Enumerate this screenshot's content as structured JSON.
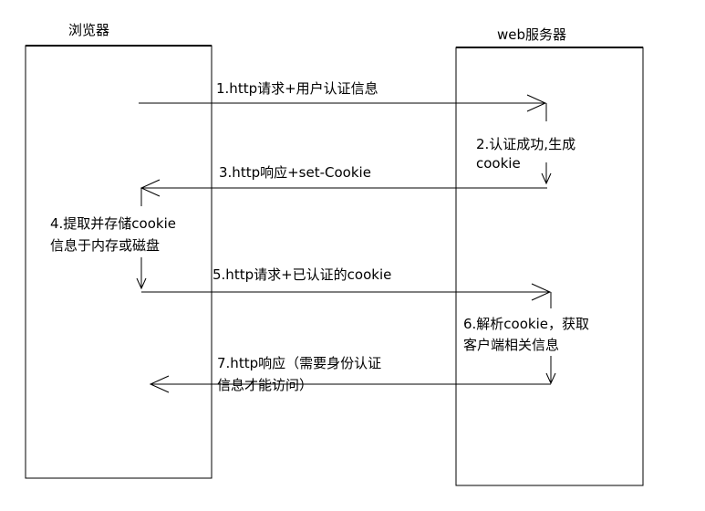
{
  "participants": {
    "browser": "浏览器",
    "server": "web服务器"
  },
  "steps": [
    {
      "lines": [
        "1.http请求+用户认证信息"
      ]
    },
    {
      "lines": [
        "2.认证成功,生成",
        "cookie"
      ]
    },
    {
      "lines": [
        "3.http响应+set-Cookie"
      ]
    },
    {
      "lines": [
        "4.提取并存储cookie",
        "信息于内存或磁盘"
      ]
    },
    {
      "lines": [
        "5.http请求+已认证的cookie"
      ]
    },
    {
      "lines": [
        "6.解析cookie，获取",
        "客户端相关信息"
      ]
    },
    {
      "lines": [
        "7.http响应（需要身份认证",
        "信息才能访问）"
      ]
    }
  ],
  "colors": {
    "line": "#000000",
    "background": "#ffffff"
  }
}
